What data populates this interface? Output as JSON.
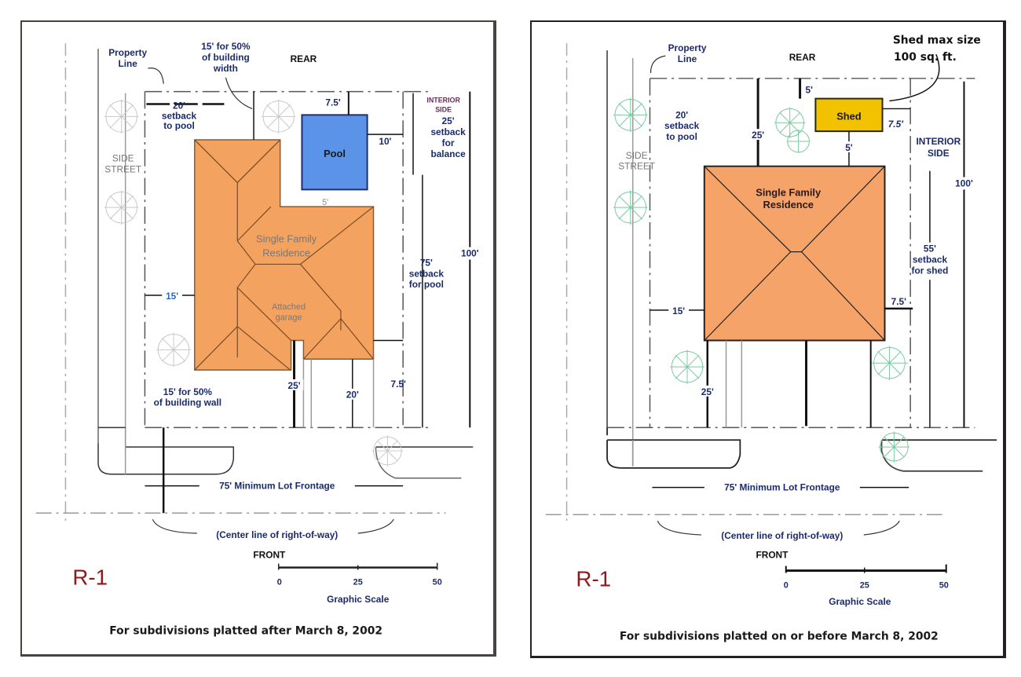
{
  "panels": [
    {
      "id": "after-2002",
      "labels": {
        "property_line": [
          "Property",
          "Line"
        ],
        "rear": "REAR",
        "front": "FRONT",
        "side_street": [
          "SIDE",
          "STREET"
        ],
        "interior_side": [
          "INTERIOR",
          "SIDE"
        ],
        "building_width_note": [
          "15' for 50%",
          "of building",
          "width"
        ],
        "building_wall_note": [
          "15' for 50%",
          "of building wall"
        ],
        "setback_pool_side": [
          "20'",
          "setback",
          "to pool"
        ],
        "balance_setback": [
          "25'",
          "setback",
          "for",
          "balance"
        ],
        "pool_setback": [
          "75'",
          "setback",
          "for pool"
        ],
        "depth": "100'",
        "dim_rear_pool": "7.5'",
        "dim_pool_side": "10'",
        "dim_pool_house": "5'",
        "dim_side": "15'",
        "dim_front_garage": "25'",
        "dim_front_house": "20'",
        "dim_interior_side": "7.5'",
        "frontage": "75' Minimum Lot Frontage",
        "centerline": "(Center line of right-of-way)",
        "pool": "Pool",
        "residence": [
          "Single Family",
          "Residence"
        ],
        "garage": [
          "Attached",
          "garage"
        ],
        "zone": "R-1",
        "scale_ticks": [
          "0",
          "25",
          "50"
        ],
        "scale_title": "Graphic Scale",
        "caption": "For subdivisions platted after March 8, 2002"
      }
    },
    {
      "id": "before-2002",
      "labels": {
        "property_line": [
          "Property",
          "Line"
        ],
        "rear": "REAR",
        "front": "FRONT",
        "side_street": [
          "SIDE",
          "STREET"
        ],
        "interior_side": [
          "INTERIOR",
          "SIDE"
        ],
        "shed_note": [
          "Shed max size",
          "100 sq. ft."
        ],
        "setback_pool_side": [
          "20'",
          "setback",
          "to pool"
        ],
        "shed_setback": [
          "55'",
          "setback",
          "for shed"
        ],
        "depth": "100'",
        "dim_rear_house": "25'",
        "dim_rear_shed": "5'",
        "dim_shed_house": "5'",
        "dim_shed_side": "7.5'",
        "dim_side": "15'",
        "dim_interior_side": "7.5'",
        "dim_front": "25'",
        "frontage": "75' Minimum Lot Frontage",
        "centerline": "(Center line of right-of-way)",
        "shed": "Shed",
        "residence": [
          "Single Family",
          "Residence"
        ],
        "zone": "R-1",
        "scale_ticks": [
          "0",
          "25",
          "50"
        ],
        "scale_title": "Graphic Scale",
        "caption": "For subdivisions platted on or before March 8, 2002"
      }
    }
  ],
  "colors": {
    "house": "#f3a35f",
    "pool": "#5b93e8",
    "shed": "#f2c200",
    "zone_label": "#8b1a1a",
    "dim_text": "#1b2a6b",
    "tree_left": "#c0c0c0",
    "tree_right": "#7cc9a0"
  }
}
